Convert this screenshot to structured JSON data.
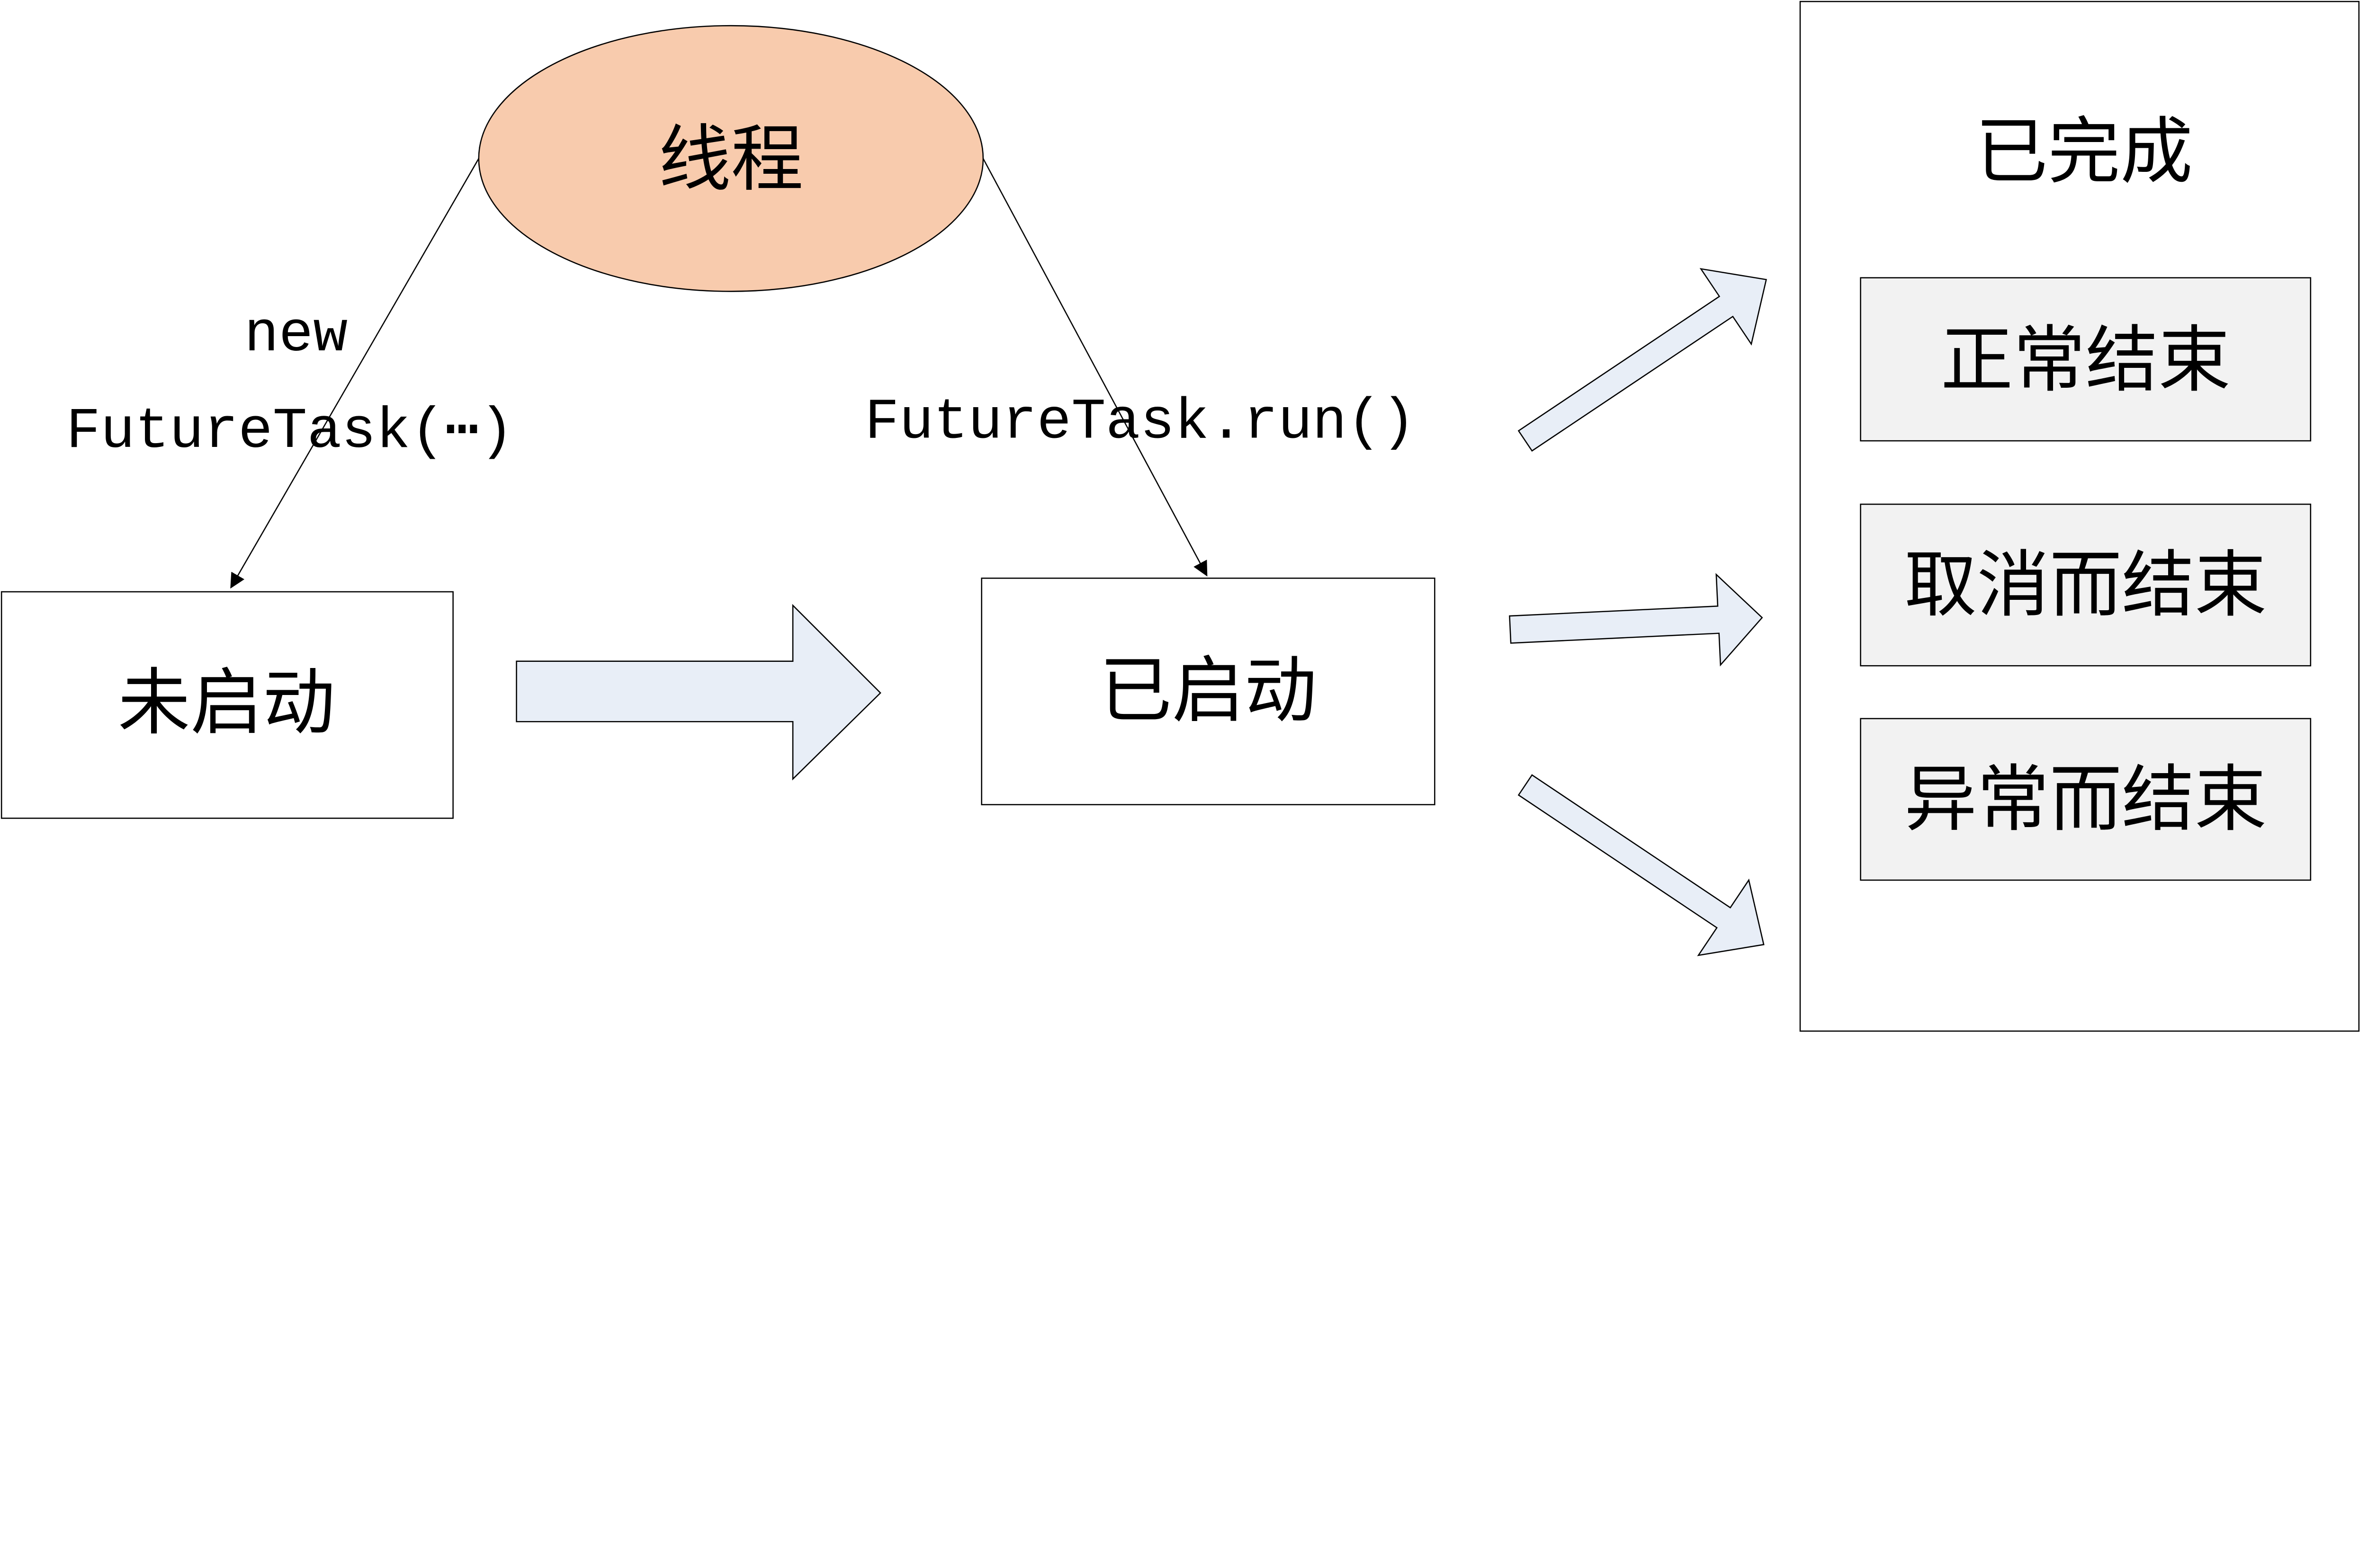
{
  "thread": {
    "label": "线程",
    "fill": "#F8CBAD"
  },
  "edges": {
    "create": {
      "line1": "new",
      "line2": "FutureTask(⋯)"
    },
    "run": {
      "label": "FutureTask.run()"
    }
  },
  "states": {
    "not_started": "未启动",
    "started": "已启动",
    "completed": {
      "title": "已完成",
      "items": [
        "正常结束",
        "取消而结束",
        "异常而结束"
      ],
      "item_fill": "#F2F2F2"
    }
  },
  "colors": {
    "block_arrow_fill": "#E8EEF7",
    "stroke": "#000000"
  }
}
